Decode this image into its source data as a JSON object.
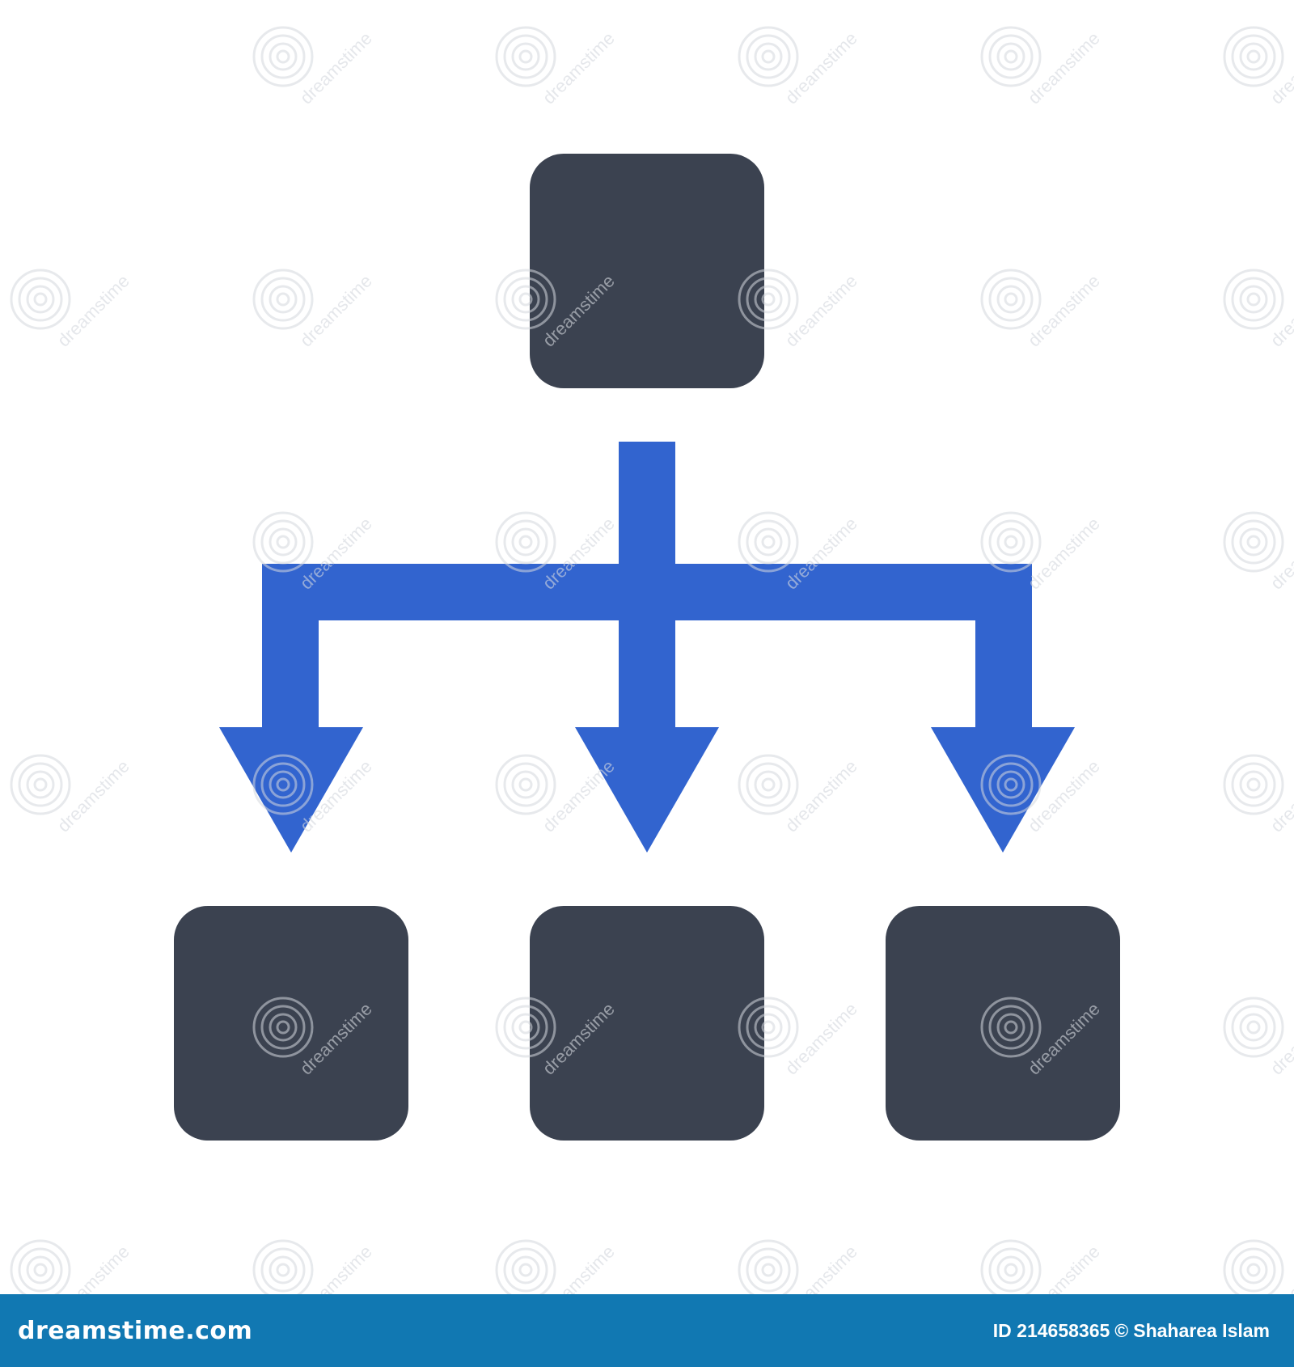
{
  "colors": {
    "box": "#3b4250",
    "arrow": "#3264cf",
    "footer": "#1178b2",
    "background": "#ffffff",
    "watermark": "#d4d8de"
  },
  "diagram": {
    "nodes": [
      {
        "id": "root"
      },
      {
        "id": "child-left"
      },
      {
        "id": "child-center"
      },
      {
        "id": "child-right"
      }
    ],
    "edges": [
      {
        "from": "root",
        "to": "child-left"
      },
      {
        "from": "root",
        "to": "child-center"
      },
      {
        "from": "root",
        "to": "child-right"
      }
    ]
  },
  "watermark": {
    "text": "dreamstime",
    "icon": "spiral-icon"
  },
  "footer": {
    "logo": "dreamstime.com",
    "id_label": "ID 214658365",
    "copyright": "©",
    "author": "Shaharea Islam"
  }
}
